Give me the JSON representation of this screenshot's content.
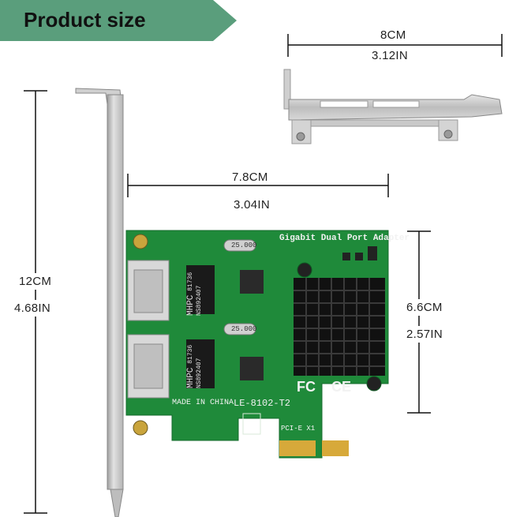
{
  "banner": {
    "title": "Product size"
  },
  "dimensions": {
    "low_profile_bracket": {
      "metric": "8CM",
      "imperial": "3.12IN"
    },
    "board_length": {
      "metric": "7.8CM",
      "imperial": "3.04IN"
    },
    "full_height": {
      "metric": "12CM",
      "imperial": "4.68IN"
    },
    "board_height": {
      "metric": "6.6CM",
      "imperial": "2.57IN"
    }
  },
  "board": {
    "title": "Gigabit Dual Port Adapter",
    "origin": "MADE IN CHINA",
    "model": "LE-8102-T2",
    "slot": "PCI-E X1",
    "crystal": "25.000",
    "chip_brand": "MHPC",
    "chip_code_1": "81736",
    "chip_code_2": "NS892407",
    "cert_fc": "FC",
    "cert_ce": "CE"
  },
  "colors": {
    "banner": "#5a9e7c",
    "pcb": "#1f8a3a",
    "bracket": "#c8c8c8"
  }
}
